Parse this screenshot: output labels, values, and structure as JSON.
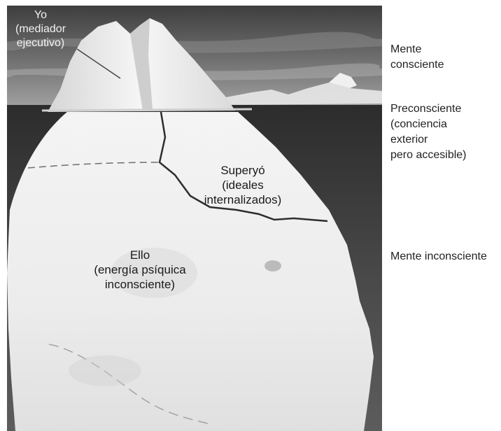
{
  "labels": {
    "yo": "Yo\n(mediador\nejecutivo)",
    "superyo": "Superyó\n(ideales\ninternalizados)",
    "ello": "Ello\n(energía psíquica\ninconsciente)"
  },
  "levels": {
    "consciente": "Mente\nconsciente",
    "preconsciente": "Preconsciente\n(conciencia\nexterior\npero accesible)",
    "inconsciente": "Mente inconsciente"
  }
}
